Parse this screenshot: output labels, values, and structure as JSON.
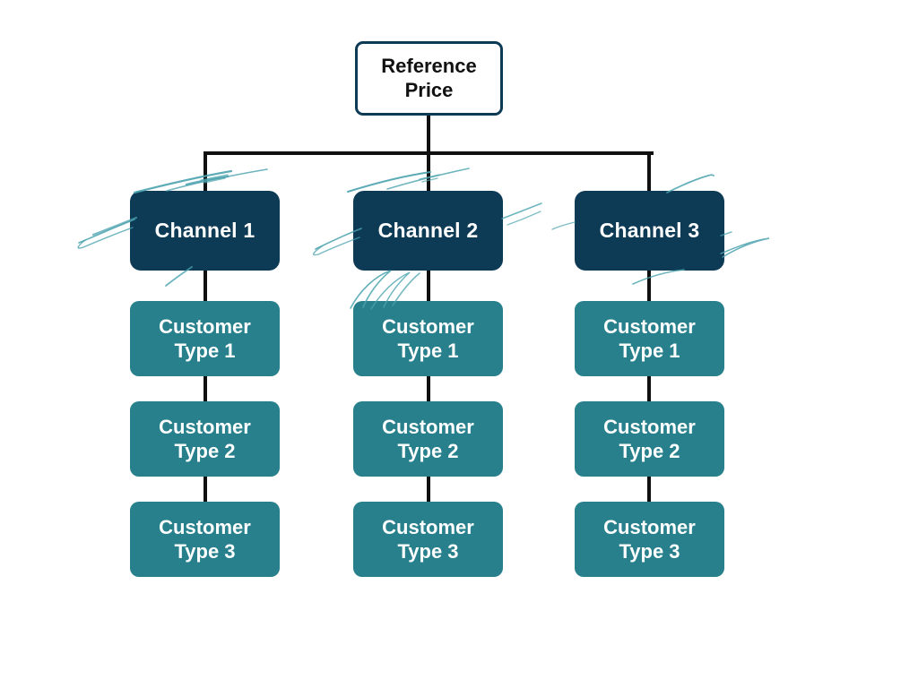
{
  "colors": {
    "background": "#ffffff",
    "navy": "#0d3a55",
    "teal": "#27808b",
    "scribble_teal": "#4aa2ae",
    "connector": "#101010",
    "root_border": "#0d3a55",
    "root_text": "#111111",
    "node_text": "#ffffff"
  },
  "root": {
    "label": "Reference Price"
  },
  "channels": [
    {
      "label": "Channel 1",
      "customers": [
        "Customer Type 1",
        "Customer Type 2",
        "Customer Type 3"
      ]
    },
    {
      "label": "Channel 2",
      "customers": [
        "Customer Type 1",
        "Customer Type 2",
        "Customer Type 3"
      ]
    },
    {
      "label": "Channel 3",
      "customers": [
        "Customer Type 1",
        "Customer Type 2",
        "Customer Type 3"
      ]
    }
  ]
}
